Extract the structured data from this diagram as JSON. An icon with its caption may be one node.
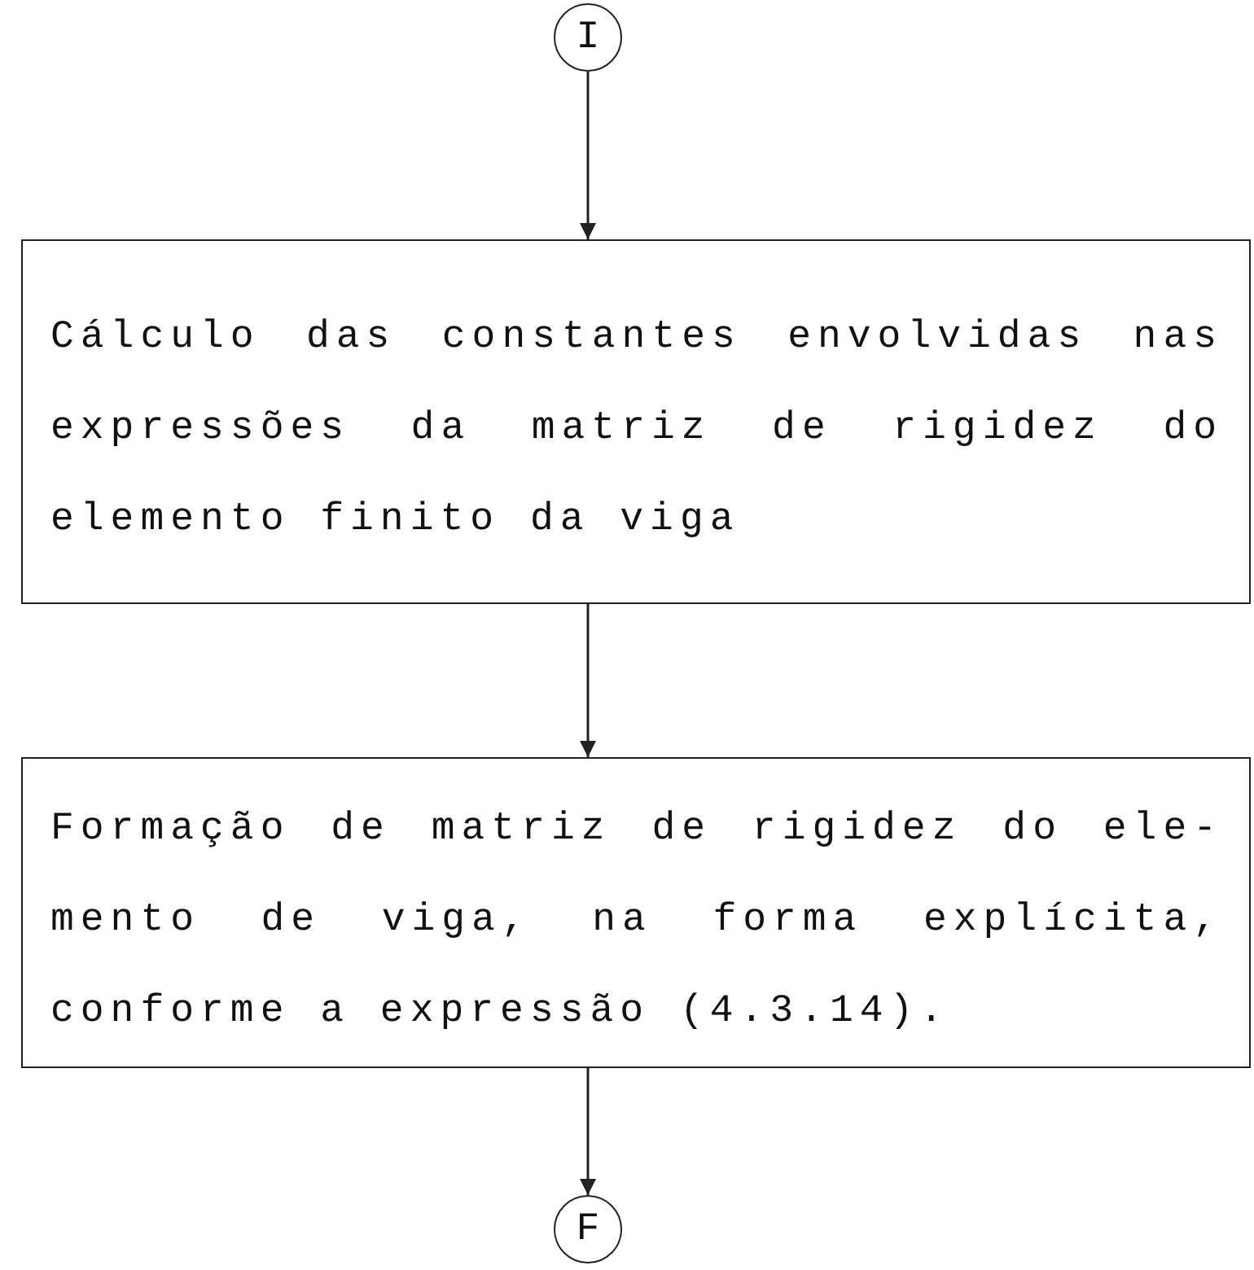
{
  "diagram": {
    "nodes": [
      {
        "text": [
          "I"
        ]
      },
      {
        "text": [
          "Cálculo das constantes envolvidas nas expressões da matriz de rigidez do elemento finito da viga"
        ]
      },
      {
        "text": [
          "Formação de matriz de rigidez do ele- mento de viga, na forma explícita, conforme a expressão (4.3.14)."
        ]
      },
      {
        "text": [
          "F"
        ]
      }
    ],
    "edges": [
      {
        "from": 0,
        "to": 1,
        "arrow": "to"
      },
      {
        "from": 1,
        "to": 2,
        "arrow": "to"
      },
      {
        "from": 2,
        "to": 3,
        "arrow": "to"
      }
    ]
  }
}
